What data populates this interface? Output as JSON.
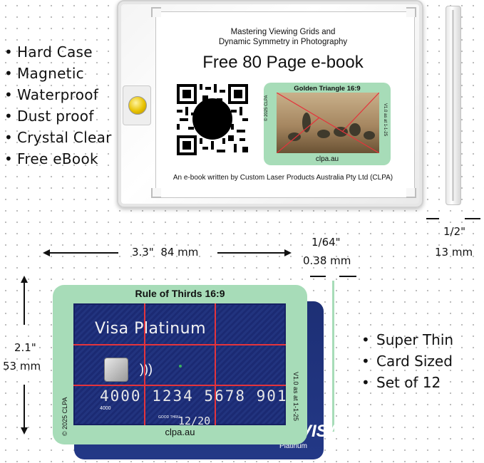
{
  "features_top": [
    "Hard Case",
    "Magnetic",
    "Waterproof",
    "Dust proof",
    "Crystal Clear",
    "Free eBook"
  ],
  "features_bottom": [
    "Super Thin",
    "Card Sized",
    "Set of 12"
  ],
  "ebook_sheet": {
    "subtitle_line1": "Mastering Viewing Grids and",
    "subtitle_line2": "Dynamic Symmetry in Photography",
    "title": "Free 80 Page e-book",
    "footer": "An e-book written by Custom Laser Products Australia Pty Ltd (CLPA)",
    "sample_card": {
      "title": "Golden Triangle 16:9",
      "url": "clpa.au",
      "copyright": "© 2025 CLPA",
      "version": "V1.0 as at 1-1-25"
    }
  },
  "dimensions": {
    "width_in": "3.3\"",
    "width_mm": "84 mm",
    "height_in": "2.1\"",
    "height_mm": "53 mm",
    "thickness_in": "1/64\"",
    "thickness_mm": "0.38 mm",
    "case_depth_in": "1/2\"",
    "case_depth_mm": "13 mm"
  },
  "grid_card": {
    "title": "Rule of Thirds 16:9",
    "url": "clpa.au",
    "copyright": "© 2025 CLPA",
    "version": "V1.0 as at 1-1-25"
  },
  "credit_card": {
    "brand_line": "Visa Platinum",
    "number": "4000 1234 5678 901",
    "small_number": "4000",
    "expiry": "12/20",
    "good_thru": "GOOD THRU",
    "back_logo": "VISA",
    "back_tier": "Platinum"
  },
  "colors": {
    "mint": "#a7dcb8",
    "card_blue": "#1d2f75",
    "grid_red": "#e4343c"
  }
}
